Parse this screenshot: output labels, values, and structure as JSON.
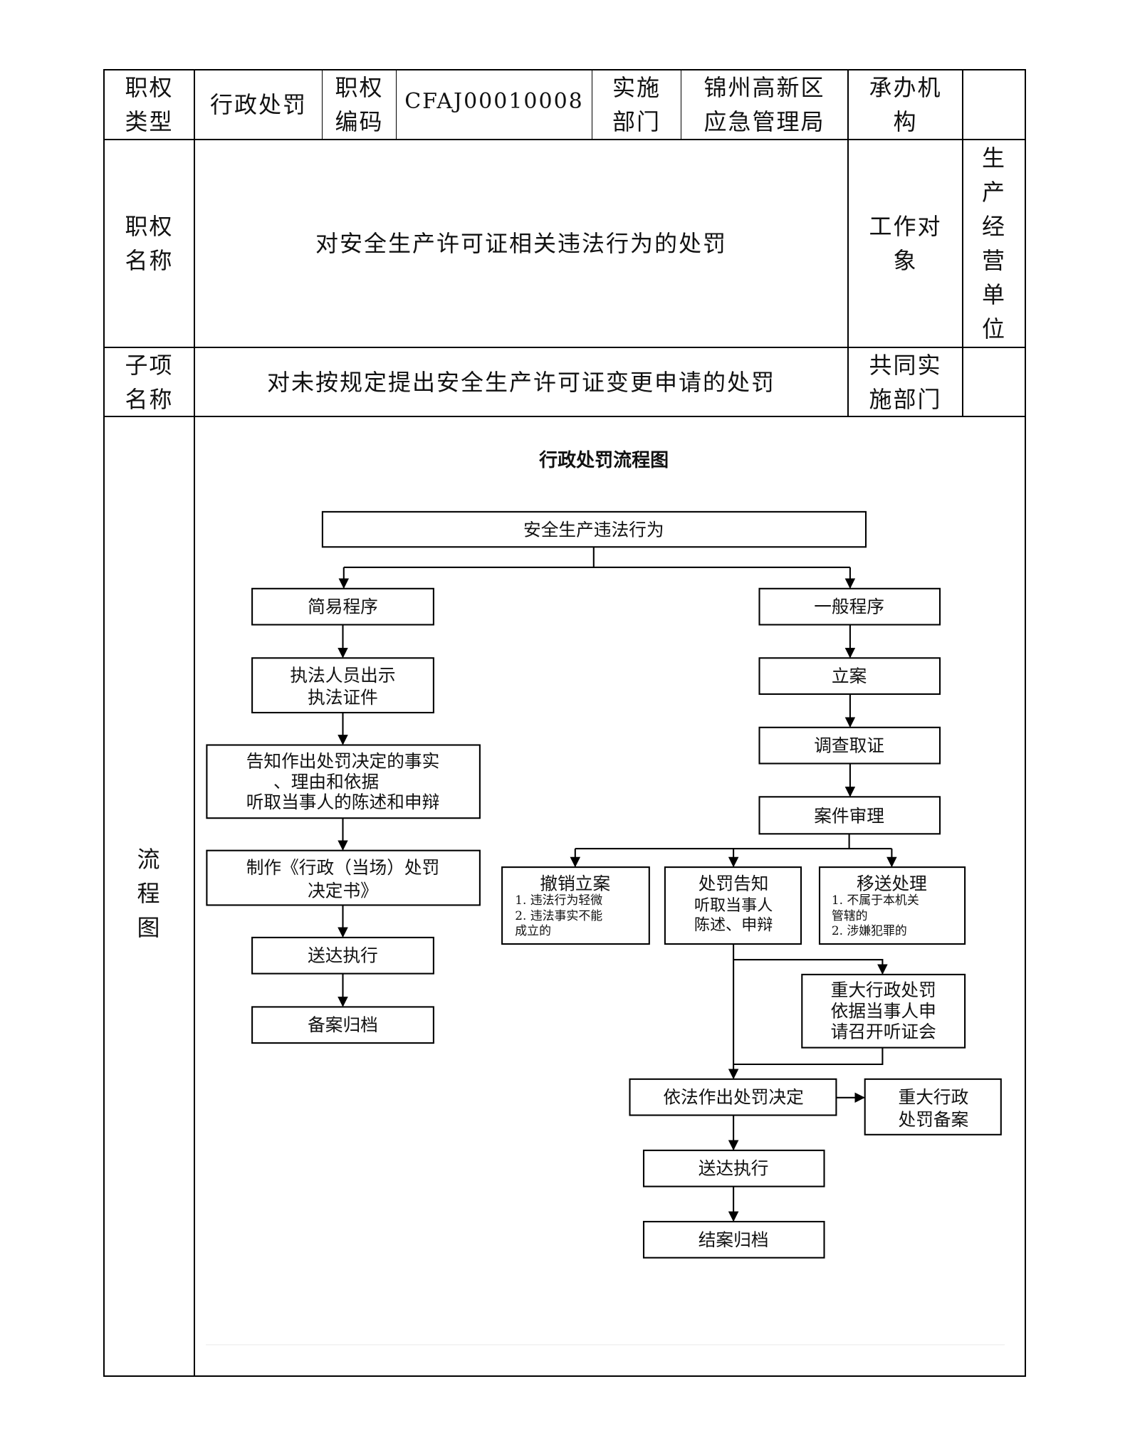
{
  "table": {
    "type_label": [
      "职权",
      "类型"
    ],
    "type_value": "行政处罚",
    "code_label": [
      "职权",
      "编码"
    ],
    "code_value": "CFAJ00010008",
    "dept_label": [
      "实施",
      "部门"
    ],
    "dept_value": [
      "锦州高新区",
      "应急管理局"
    ],
    "agency_label": [
      "承办机",
      "构"
    ],
    "agency_value": "",
    "name_label": [
      "职权",
      "名称"
    ],
    "name_value": "对安全生产许可证相关违法行为的处罚",
    "target_label": [
      "工作对",
      "象"
    ],
    "target_value": [
      "生",
      "产",
      "经",
      "营",
      "单",
      "位"
    ],
    "sub_label": [
      "子项",
      "名称"
    ],
    "sub_value": "对未按规定提出安全生产许可证变更申请的处罚",
    "joint_label": [
      "共同实",
      "施部门"
    ],
    "joint_value": "",
    "flow_label": [
      "流",
      "程",
      "图"
    ]
  },
  "flowchart": {
    "title": "行政处罚流程图",
    "start": "安全生产违法行为",
    "simple": {
      "head": "简易程序",
      "step1": [
        "执法人员出示",
        "执法证件"
      ],
      "step2": [
        "告知作出处罚决定的事实",
        "、理由和依据",
        "听取当事人的陈述和申辩"
      ],
      "step3": [
        "制作《行政（当场）处罚",
        "决定书》"
      ],
      "step4": "送达执行",
      "step5": "备案归档"
    },
    "general": {
      "head": "一般程序",
      "step1": "立案",
      "step2": "调查取证",
      "step3": "案件审理",
      "revoke": {
        "title": "撤销立案",
        "lines": [
          "1. 违法行为轻微",
          "2. 违法事实不能",
          "成立的"
        ]
      },
      "notify": {
        "title": "处罚告知",
        "lines": [
          "听取当事人",
          "陈述、申辩"
        ]
      },
      "transfer": {
        "title": "移送处理",
        "lines": [
          "1. 不属于本机关",
          "管辖的",
          "2. 涉嫌犯罪的"
        ]
      },
      "hearing": [
        "重大行政处罚",
        "依据当事人申",
        "请召开听证会"
      ],
      "decision": "依法作出处罚决定",
      "filing": [
        "重大行政",
        "处罚备案"
      ],
      "deliver": "送达执行",
      "close": "结案归档"
    }
  }
}
